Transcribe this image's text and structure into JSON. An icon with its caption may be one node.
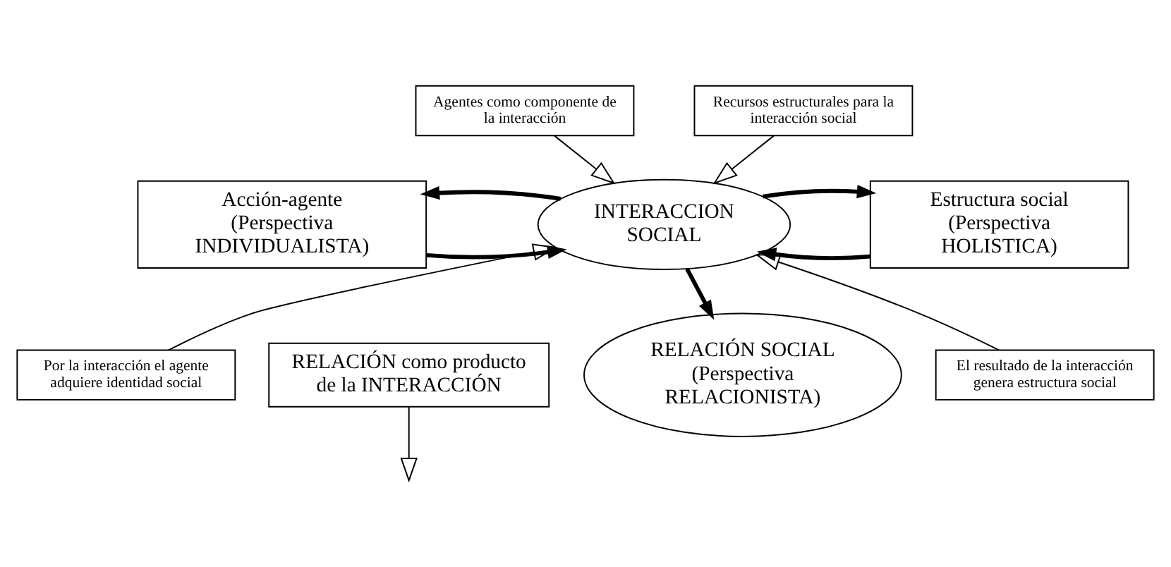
{
  "diagram": {
    "nodes": [
      {
        "text": [
          "Estructura social (Perspectiva HOLISTICA)"
        ]
      },
      {
        "text": [
          "INTERACCION SOCIAL"
        ]
      },
      {
        "text": [
          "Acción-agente (Perspectiva INDIVIDUALISTA)"
        ]
      },
      {
        "text": [
          "Recursos estructurales para la interacción social"
        ]
      },
      {
        "text": [
          "Agentes como componente de la interacción"
        ]
      },
      {
        "text": [
          "El resultado de la interacción genera estructura social"
        ]
      },
      {
        "text": [
          "Por la interacción el agente adquiere identidad social"
        ]
      },
      {
        "text": [
          "RELACIÓN como producto de la INTERACCIÓN"
        ]
      },
      {
        "text": [
          "RELACIÓN SOCIAL (Perspectiva RELACIONISTA)"
        ]
      }
    ],
    "edges": [
      {
        "from": 0,
        "to": 1,
        "arrow": "to",
        "style": "thick"
      },
      {
        "from": 1,
        "to": 0,
        "arrow": "to",
        "style": "thick"
      },
      {
        "from": 2,
        "to": 1,
        "arrow": "to",
        "style": "thick"
      },
      {
        "from": 1,
        "to": 2,
        "arrow": "to",
        "style": "thick"
      },
      {
        "from": 3,
        "to": 1,
        "arrow": "to"
      },
      {
        "from": 4,
        "to": 1,
        "arrow": "to"
      },
      {
        "from": 5,
        "to": 1,
        "arrow": "to"
      },
      {
        "from": 6,
        "to": 1,
        "arrow": "to"
      },
      {
        "from": 1,
        "to": 8,
        "arrow": "to",
        "style": "thick"
      },
      {
        "from": 7,
        "to": null,
        "arrow": "to"
      }
    ]
  }
}
